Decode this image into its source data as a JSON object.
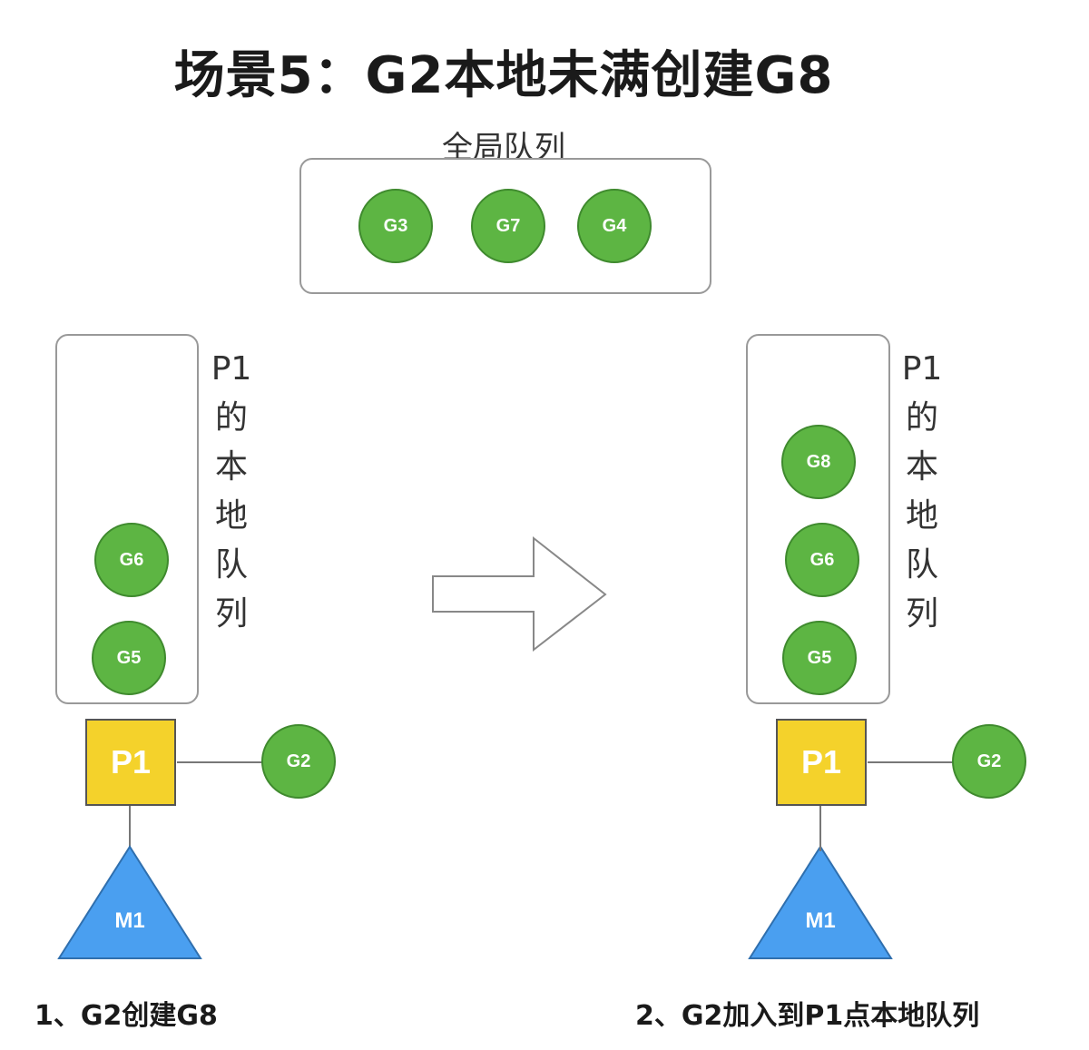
{
  "title": "场景5：G2本地未满创建G8",
  "global_queue": {
    "label": "全局队列",
    "items": [
      "G3",
      "G7",
      "G4"
    ]
  },
  "left": {
    "queue_label_chars": [
      "P1",
      "的",
      "本",
      "地",
      "队",
      "列"
    ],
    "queue_items": [
      "G6",
      "G5"
    ],
    "processor": "P1",
    "running_g": "G2",
    "machine": "M1",
    "caption": "1、G2创建G8"
  },
  "right": {
    "queue_label_chars": [
      "P1",
      "的",
      "本",
      "地",
      "队",
      "列"
    ],
    "queue_items": [
      "G8",
      "G6",
      "G5"
    ],
    "processor": "P1",
    "running_g": "G2",
    "machine": "M1",
    "caption": "2、G2加入到P1点本地队列"
  },
  "colors": {
    "goroutine": "#5db543",
    "processor": "#f4d22b",
    "machine": "#4a9ff0"
  }
}
